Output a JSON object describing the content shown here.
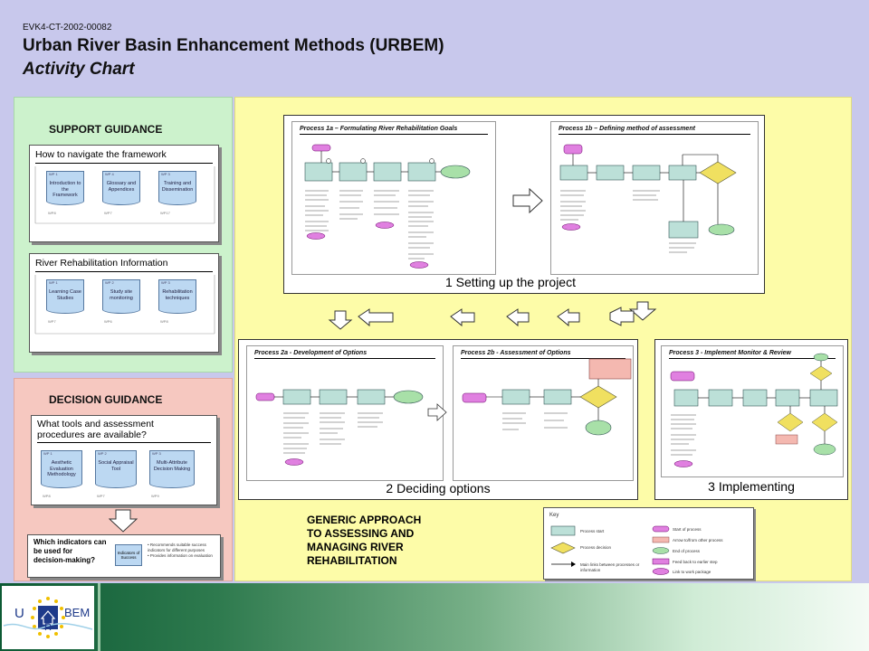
{
  "header": {
    "project_code": "EVK4-CT-2002-00082",
    "title": "Urban River Basin Enhancement Methods (URBEM)",
    "subtitle": "Activity Chart"
  },
  "support": {
    "heading": "SUPPORT GUIDANCE",
    "navigate": {
      "title": "How to navigate the framework",
      "docs": [
        {
          "label": "Introduction to the Framework",
          "num": "WP 1",
          "wp": "WP8"
        },
        {
          "label": "Glossary and Appendices",
          "num": "WP 4",
          "wp": "WP7"
        },
        {
          "label": "Training and Dissemination",
          "num": "WP 3",
          "wp": "WP17"
        }
      ]
    },
    "rehab": {
      "title": "River Rehabilitation Information",
      "docs": [
        {
          "label": "Learning Case Studies",
          "num": "WP 1",
          "wp": "WP7"
        },
        {
          "label": "Study site monitoring",
          "num": "WP 2",
          "wp": "WP6"
        },
        {
          "label": "Rehabilitation techniques",
          "num": "WP 3",
          "wp": "WP8"
        }
      ]
    }
  },
  "decision": {
    "heading": "DECISION GUIDANCE",
    "tools": {
      "title_line1": "What tools and assessment",
      "title_line2": "procedures are available?",
      "docs": [
        {
          "label": "Aesthetic Evaluation Methodology",
          "num": "WP 1",
          "wp": "WP8"
        },
        {
          "label": "Social Appraisal Tool",
          "num": "WP 2",
          "wp": "WP7"
        },
        {
          "label": "Multi-Attribute Decision Making",
          "num": "WP 3",
          "wp": "WP9"
        }
      ]
    },
    "indicators": {
      "title_line1": "Which indicators can",
      "title_line2": "be used for",
      "title_line3": "decision-making?",
      "box_label": "Indicators of Success",
      "bullets": [
        "• Recommends suitable success indicators for different purposes",
        "• Provides information on evaluation"
      ]
    }
  },
  "main": {
    "process_1a": {
      "title": "Process 1a – Formulating River Rehabilitation Goals"
    },
    "process_1b": {
      "title": "Process 1b – Defining method of assessment"
    },
    "caption_1": "1 Setting up the project",
    "process_2a": {
      "title": "Process 2a - Development of Options"
    },
    "process_2b": {
      "title": "Process 2b - Assessment of Options"
    },
    "caption_2": "2 Deciding options",
    "process_3": {
      "title": "Process 3 - Implement Monitor & Review"
    },
    "caption_3": "3 Implementing",
    "generic": [
      "GENERIC APPROACH",
      "TO ASSESSING AND",
      "MANAGING RIVER",
      "REHABILITATION"
    ],
    "key": {
      "title": "Key",
      "items": [
        "Process start",
        "Process decision",
        "Main links between processes or information",
        "Start of process",
        "Arrow to/from other process",
        "End of process",
        "Feed back to earlier step",
        "Link to work package"
      ]
    }
  },
  "footer": {
    "logo_letters": [
      "U",
      "R",
      "BEM"
    ]
  },
  "colors": {
    "header_bg": "#c8c8ec",
    "support_bg": "#ccf2cc",
    "decision_bg": "#f6c8c0",
    "main_bg": "#fdfca8",
    "footer_dark": "#0d5a34"
  }
}
